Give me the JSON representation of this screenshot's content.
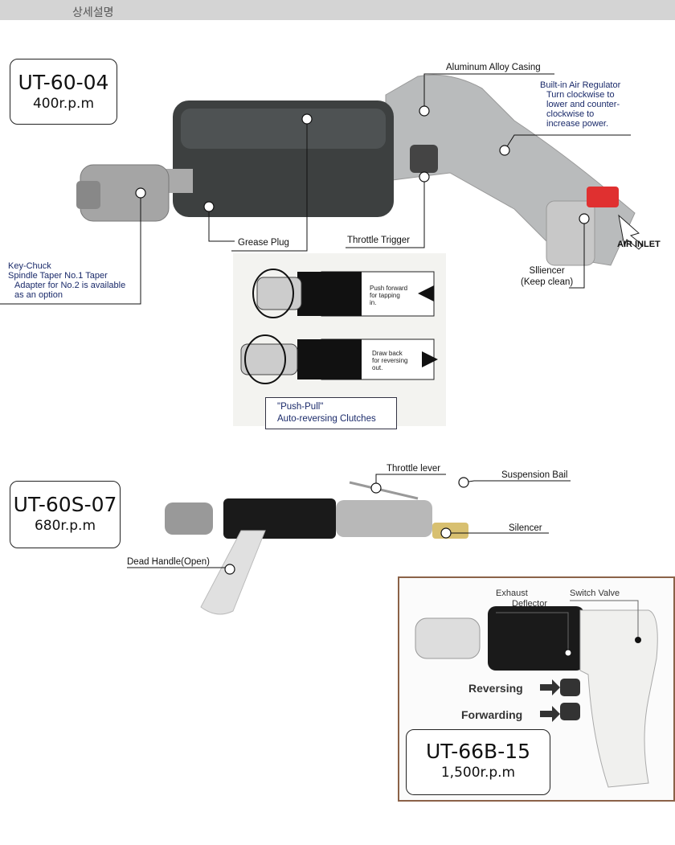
{
  "header": {
    "title": "상세설명"
  },
  "product1": {
    "model": "UT-60-04",
    "rpm": "400r.p.m",
    "labels": {
      "casing": "Aluminum Alloy Casing",
      "regulator": [
        "Built-in Air Regulator",
        "Turn clockwise to",
        "lower and counter-",
        "clockwise to",
        "increase power."
      ],
      "grease": "Grease Plug",
      "trigger": "Throttle Trigger",
      "chuck": [
        "Key-Chuck",
        "Spindle Taper No.1 Taper",
        "Adapter for No.2 is available",
        "as an option"
      ],
      "silencer": [
        "Slliencer",
        "(Keep clean)"
      ],
      "air_inlet": "AIR INLET"
    },
    "diagram": {
      "push": [
        "Push forward",
        "for tapping",
        "in."
      ],
      "draw": [
        "Draw back",
        "for reversing",
        "out."
      ],
      "caption": [
        "\"Push-Pull\"",
        "Auto-reversing Clutches"
      ]
    }
  },
  "product2": {
    "model": "UT-60S-07",
    "rpm": "680r.p.m",
    "labels": {
      "throttle": "Throttle lever",
      "bail": "Suspension Bail",
      "silencer": "Silencer",
      "handle": "Dead Handle(Open)"
    }
  },
  "product3": {
    "model": "UT-66B-15",
    "rpm": "1,500r.p.m",
    "labels": {
      "exhaust": [
        "Exhaust",
        "Deflector"
      ],
      "switch": "Switch Valve",
      "reversing": "Reversing",
      "forwarding": "Forwarding"
    }
  },
  "colors": {
    "header_bg": "#d4d4d4",
    "frame": "#8b6248",
    "label_blue": "#1a2a6a"
  }
}
